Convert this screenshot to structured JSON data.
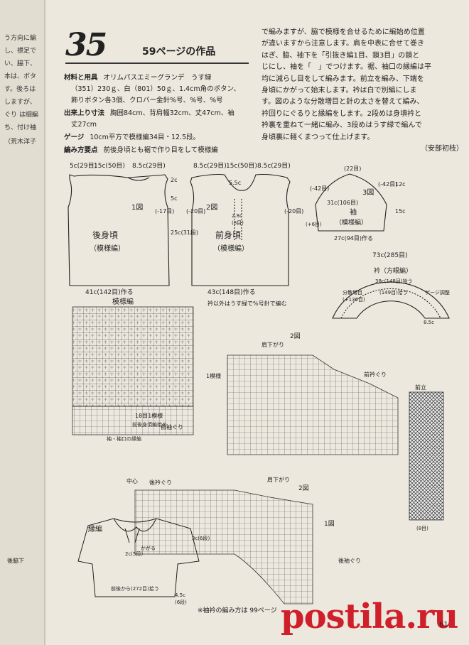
{
  "header": {
    "number": "35",
    "work_ref": "59ページの作品"
  },
  "left_strip": [
    "う方向に編",
    "し、襟足で",
    "い、脇下、",
    "本は、ボタ",
    "す。後ろは",
    "しますが、",
    "ぐり は細編",
    "ち、付け袖",
    "（荒木洋子"
  ],
  "materials": [
    {
      "label": "材料と用具",
      "text": "オリムパスエミーグランデ　うす緑"
    },
    {
      "label": "",
      "text": "（351）230ｇ、白（801）50ｇ、1.4cm角のボタン、"
    },
    {
      "label": "",
      "text": "飾りボタン各3個、クロバー金針%号、%号、%号"
    },
    {
      "label": "出来上り寸法",
      "text": "胸囲84cm、背肩幅32cm、丈47cm、袖"
    },
    {
      "label": "",
      "text": "丈27cm"
    },
    {
      "label": "ゲージ",
      "text": "10cm平方で模様編34目・12.5段。"
    },
    {
      "label": "編み方要点",
      "text": "前後身頃とも裾で作り目をして模様編"
    }
  ],
  "instructions": [
    "で編みますが、脇で模様を合せるために編始め位置",
    "が違いますから注意します。肩を中表に合せて巻き",
    "はぎ、脇、袖下を「引抜き編1目、鎖3目」の鎖と",
    "じにし、袖を「　」でつけます。裾、袖口の縁編は平",
    "均に減らし目をして編みます。前立を編み、下端を",
    "身頃にかがって始末します。衿は白で別編にしま",
    "す。図のような分散増目と針の太さを替えて編み、",
    "衿回りにぐるりと縁編をします。2段めは身頃衿と",
    "衿裏を重ねて一緒に編み、3段めはうす緑で編んで",
    "身頃裏に軽くまつって仕上げます。"
  ],
  "author": "（安部初枝）",
  "diagram": {
    "back_title": "後身頃",
    "back_pattern": "（模様編）",
    "front_title": "前身頃",
    "front_pattern": "（模様編）",
    "sleeve_title": "袖",
    "sleeve_pattern": "（模様編）",
    "collar_title": "衿（方眼編）",
    "back_top": "15c(50目)",
    "back_side_top": "5c(29目)",
    "back_side_top2": "8.5c(29目)",
    "back_bottom": "41c(142目)作る",
    "front_bottom": "43c(148目)作る",
    "front_top": "8.5c(29目)",
    "front_top2": "15c(50目)",
    "front_top3": "8.5c(29目)",
    "armhole_back": "(-17目)",
    "armhole_front": "(-20目)",
    "side_front": "(-20目)",
    "back_height": "25c(31段)",
    "shoulder_h": "2c",
    "shoulder_h2": "5c",
    "front_h": "5.5c",
    "front_v1": "2.8c",
    "front_v2": "(8目)",
    "fig1": "1図",
    "fig2": "2図",
    "fig3": "3図",
    "sleeve_top": "(22目)",
    "sleeve_left": "(-42目)",
    "sleeve_right": "(-42目)",
    "sleeve_mid": "31c(106目)",
    "sleeve_bottom": "27c(94目)作る",
    "sleeve_plus": "(+6目)",
    "sleeve_h1": "12c",
    "sleeve_h2": "15c",
    "collar_top": "73c(285目)",
    "collar_mid": "38c(148目)拾う",
    "collar_mid2": "(149目)拾う",
    "collar_inc": "分散増目",
    "collar_inc2": "(+136目)",
    "collar_gauge": "ゲージ調整",
    "collar_bottom": "8.5c",
    "collar_note": "衿以外はうす緑で%号針で編む",
    "pattern_title": "模様編",
    "pattern_one": "1模様",
    "pattern_rows": "18目1模様",
    "pattern_start1": "前後身頃編始め",
    "pattern_start2": "袖・袖口の縁編",
    "front_armhole": "前袖ぐり",
    "neck_down": "肩下がり",
    "front_neck": "前衿ぐり",
    "front_band": "前立",
    "front_band2": "(8目)",
    "back_neck": "後衿ぐり",
    "center": "中心",
    "shoulder_down2": "肩下がり",
    "fig2b": "2図",
    "fig1b": "1図",
    "back_armhole": "後袖ぐり",
    "trim_title": "縁編",
    "trim_pick": "前後から(272目)拾う",
    "trim_h": "4.5c",
    "trim_h2": "(6段)",
    "trim_sleeve": "3c(6段)",
    "trim_collar": "2c(5段)",
    "trim_collar2": "かがる",
    "back_side_label": "後脇下",
    "footnote": "※袖衿の編み方は 99ページ"
  },
  "watermark": "postila.ru",
  "page_number": "61"
}
